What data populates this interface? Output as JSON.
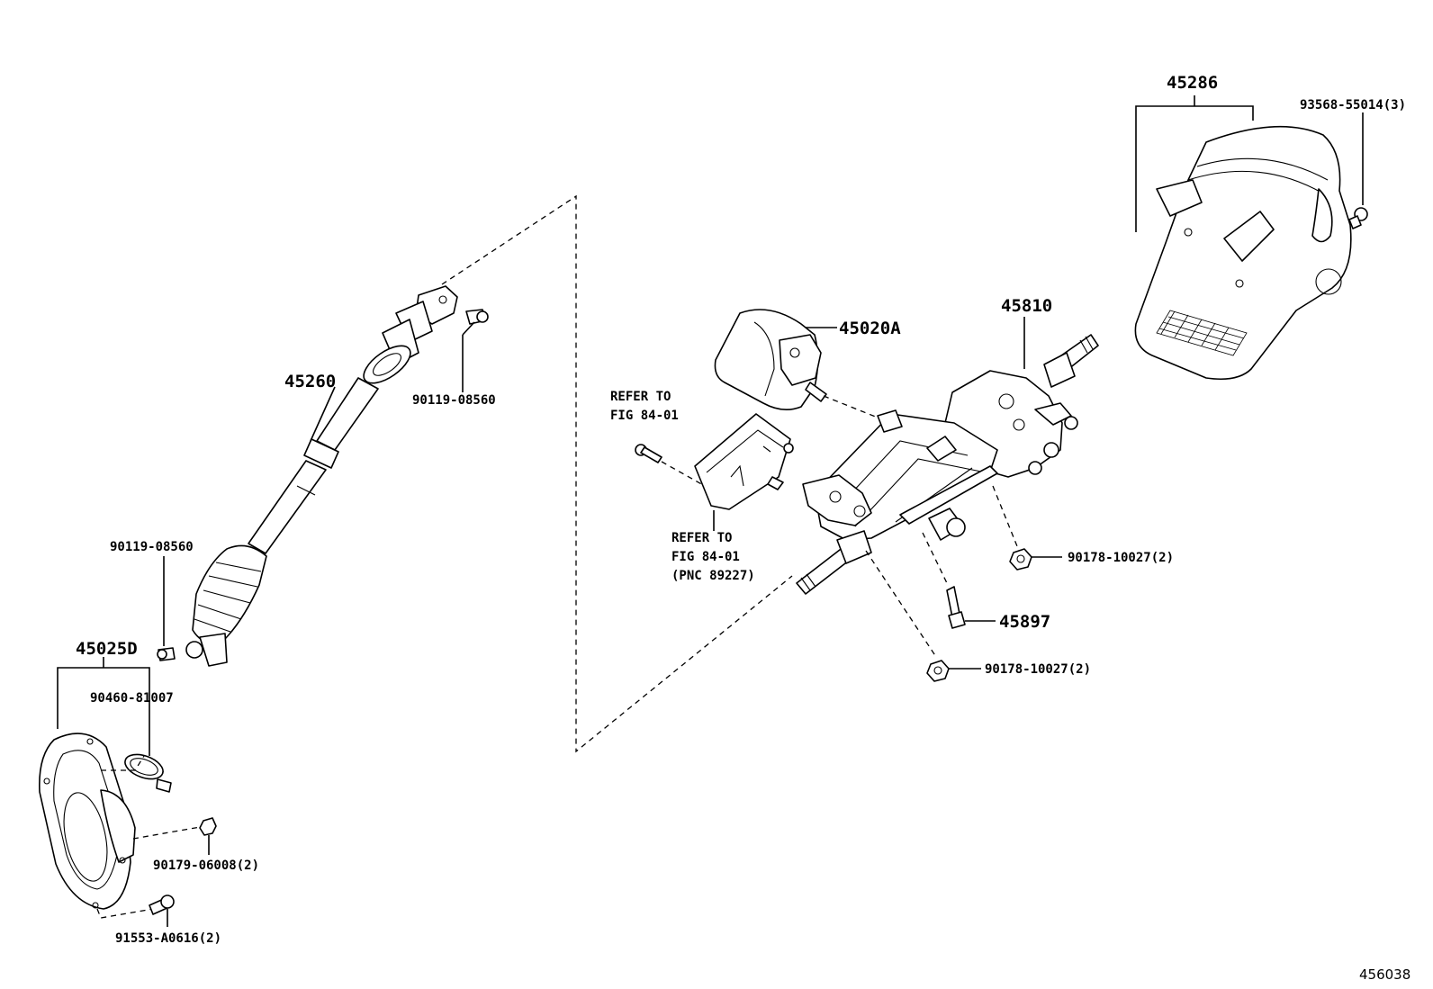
{
  "diagram": {
    "figure_number": "456038",
    "labels": {
      "p45286": "45286",
      "p93568": "93568-55014(3)",
      "p45810": "45810",
      "p45020a": "45020A",
      "p45260": "45260",
      "p90119_top": "90119-08560",
      "p90119_left": "90119-08560",
      "p45025d": "45025D",
      "p90460": "90460-81007",
      "p90179": "90179-06008(2)",
      "p91553": "91553-A0616(2)",
      "p90178_a": "90178-10027(2)",
      "p45897": "45897",
      "p90178_b": "90178-10027(2)",
      "refer1_line1": "REFER TO",
      "refer1_line2": "FIG 84-01",
      "refer2_line1": "REFER TO",
      "refer2_line2": "FIG 84-01",
      "refer2_line3": "(PNC 89227)"
    }
  }
}
